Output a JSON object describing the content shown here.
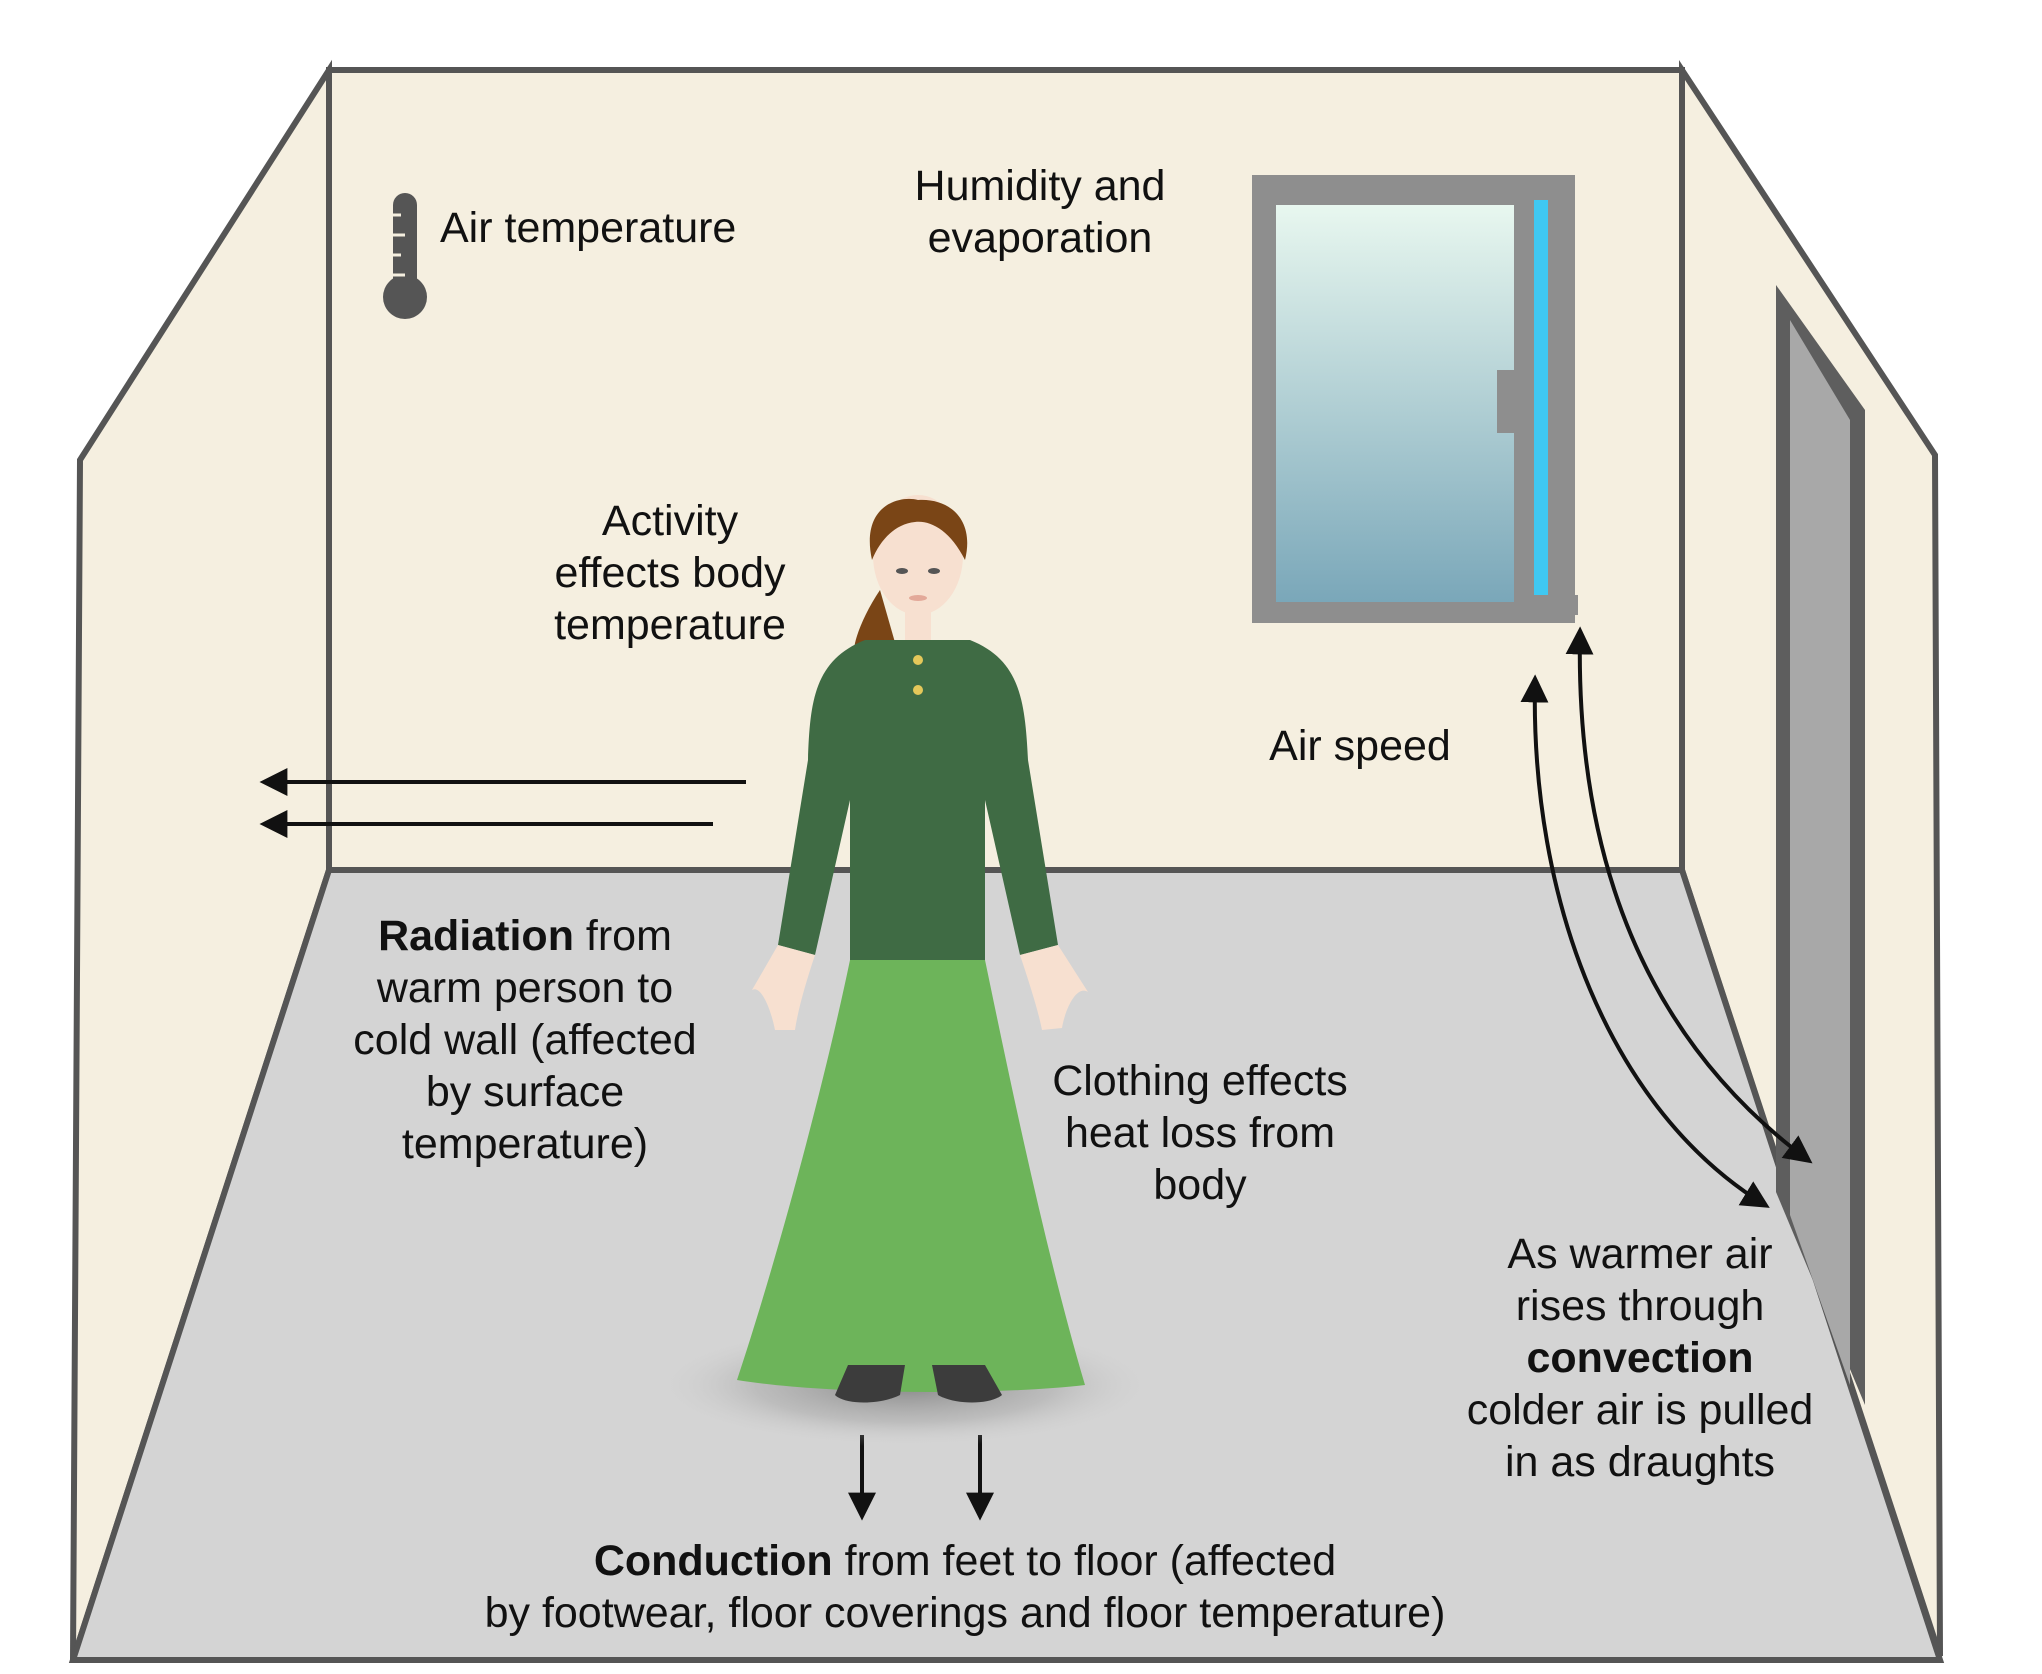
{
  "labels": {
    "air_temperature": "Air temperature",
    "humidity": [
      "Humidity and",
      "evaporation"
    ],
    "activity": [
      "Activity",
      "effects body",
      "temperature"
    ],
    "air_speed": "Air speed",
    "radiation": {
      "bold": "Radiation",
      "lines": [
        " from",
        "warm person to",
        "cold wall (affected",
        "by surface",
        "temperature)"
      ]
    },
    "clothing": [
      "Clothing effects",
      "heat loss from",
      "body"
    ],
    "convection": {
      "line1": "As warmer air",
      "line2": "rises through",
      "bold": "convection",
      "line4": "colder air is pulled",
      "line5": "in as draughts"
    },
    "conduction": {
      "bold": "Conduction",
      "rest1": " from feet to floor (affected",
      "line2": "by footwear, floor coverings and floor temperature)"
    }
  },
  "colors": {
    "wall": "#f5efe0",
    "floor": "#d4d4d4",
    "outline": "#555555",
    "window_frame": "#8e8e8e",
    "window_glass_top": "#e8f7ef",
    "window_glass_bottom": "#7aa7b9",
    "window_accent": "#3fc8f2",
    "door": "#a8a8a8",
    "thermometer": "#555555",
    "shirt": "#3f6b44",
    "skirt": "#6db45a",
    "hair": "#7a4516",
    "skin": "#f7e0d0",
    "shoes": "#3c3c3c",
    "arrows": "#111111"
  },
  "icons": {
    "thermometer": "thermometer-icon",
    "window": "window-icon",
    "door": "door-icon",
    "person": "person-figure"
  }
}
